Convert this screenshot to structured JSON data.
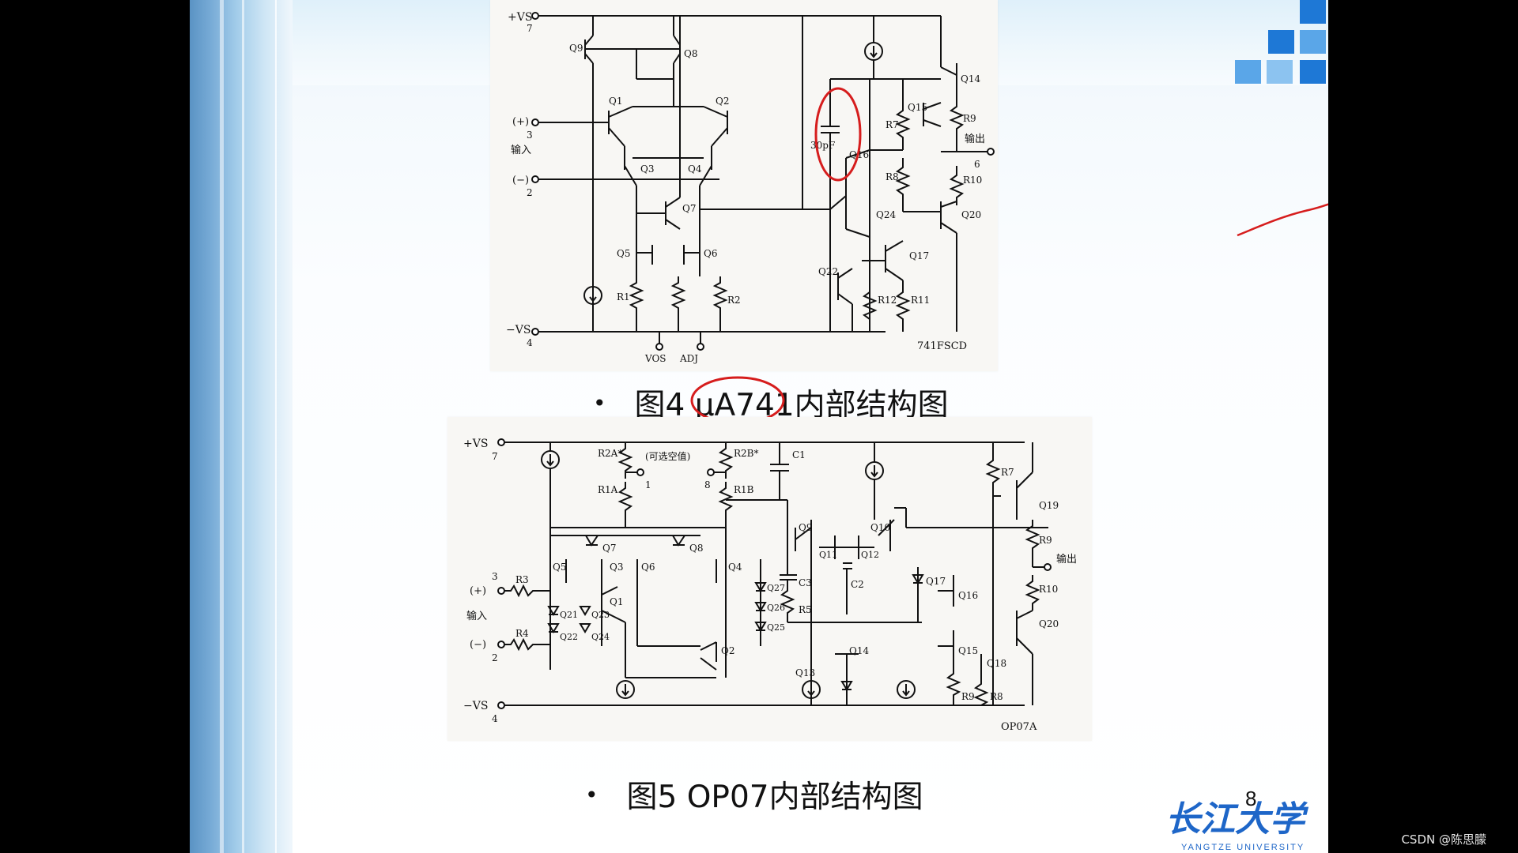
{
  "slide": {
    "page_number": "8",
    "university_logo_text": "长江大学",
    "university_logo_subtitle": "YANGTZE UNIVERSITY"
  },
  "figure_741": {
    "caption_prefix": "图4 ",
    "caption_highlight": "μA741",
    "caption_suffix": "内部结构图",
    "labels": {
      "vs_pos": "+VS",
      "pin7": "7",
      "pin3": "3",
      "pin2": "2",
      "pin4": "4",
      "pin6": "6",
      "in_pos": "(+)",
      "in_neg": "(−)",
      "input": "输入",
      "output": "输出",
      "vs_neg": "−VS",
      "vos": "VOS",
      "adj": "ADJ",
      "cap": "30pF",
      "part": "741FSCD",
      "q9": "Q9",
      "q8": "Q8",
      "q1": "Q1",
      "q2": "Q2",
      "q3": "Q3",
      "q4": "Q4",
      "q7": "Q7",
      "q5": "Q5",
      "q6": "Q6",
      "q14": "Q14",
      "q15": "Q15",
      "q16": "Q16",
      "q24": "Q24",
      "q17": "Q17",
      "q22": "Q22",
      "q20": "Q20",
      "r1": "R1",
      "r2": "R2",
      "r7": "R7",
      "r8": "R8",
      "r9": "R9",
      "r10": "R10",
      "r11": "R11",
      "r12": "R12"
    }
  },
  "figure_op07": {
    "caption_prefix": "图5 ",
    "caption_main": "OP07内部结构图",
    "labels": {
      "vs_pos": "+VS",
      "pin7": "7",
      "pin3": "3",
      "pin2": "2",
      "pin4": "4",
      "pin1": "1",
      "pin8": "8",
      "in_pos": "(+)",
      "in_neg": "(−)",
      "input": "输入",
      "output": "输出",
      "vs_neg": "−VS",
      "optional": "(可选空值)",
      "part": "OP07A",
      "r2a": "R2A*",
      "r1a": "R1A",
      "r2b": "R2B*",
      "r1b": "R1B",
      "r3": "R3",
      "r4": "R4",
      "r5": "R5",
      "r7": "R7",
      "r8": "R8",
      "r9": "R9",
      "r10": "R10",
      "c1": "C1",
      "c2": "C2",
      "c3": "C3",
      "q1": "Q1",
      "q2": "Q2",
      "q3": "Q3",
      "q4": "Q4",
      "q5": "Q5",
      "q6": "Q6",
      "q7": "Q7",
      "q8": "Q8",
      "q9": "Q9",
      "q10": "Q10",
      "q11": "Q11",
      "q12": "Q12",
      "q13": "Q13",
      "q14": "Q14",
      "q15": "Q15",
      "q16": "Q16",
      "q17": "Q17",
      "q18": "Q18",
      "q19": "Q19",
      "q20": "Q20",
      "q21": "Q21",
      "q22": "Q22",
      "q23": "Q23",
      "q24": "Q24",
      "q25": "Q25",
      "q26": "Q26",
      "q27": "Q27"
    }
  },
  "watermark": "CSDN @陈思朦",
  "colors": {
    "annotation": "#d61d1d",
    "deco_blue": "#1e78d6"
  }
}
